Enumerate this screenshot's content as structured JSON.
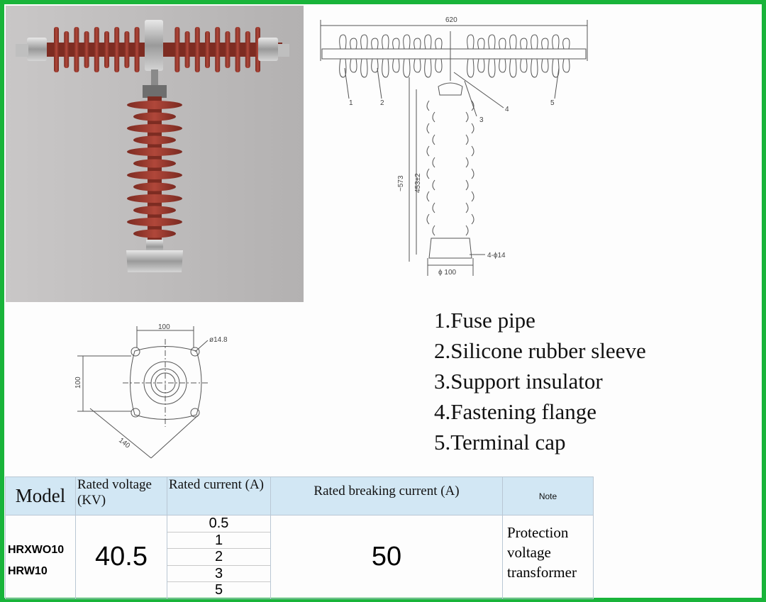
{
  "drawing_labels": {
    "width": "620",
    "height_total": "~573",
    "height_inner": "453±2",
    "bolt_holes": "4-ϕ14",
    "base_diameter": "ϕ 100",
    "part_numbers": [
      "1",
      "2",
      "3",
      "4",
      "5"
    ]
  },
  "flange_labels": {
    "width": "100",
    "height": "100",
    "diagonal": "140",
    "hole": "ø14.8"
  },
  "legend": [
    "1.Fuse pipe",
    "2.Silicone rubber sleeve",
    "3.Support insulator",
    "4.Fastening flange",
    "5.Terminal cap"
  ],
  "table": {
    "headers": {
      "model": "Model",
      "voltage": "Rated voltage (KV)",
      "current": "Rated current (A)",
      "breaking": "Rated breaking current (A)",
      "note": "Note"
    },
    "models": [
      "HRXWO10",
      "HRW10"
    ],
    "voltage": "40.5",
    "currents": [
      "0.5",
      "1",
      "2",
      "3",
      "5"
    ],
    "breaking": "50",
    "note": "Protection voltage transformer"
  },
  "colors": {
    "border": "#19b43a",
    "insulator": "#9e3b30",
    "header_bg": "#d2e7f4"
  }
}
